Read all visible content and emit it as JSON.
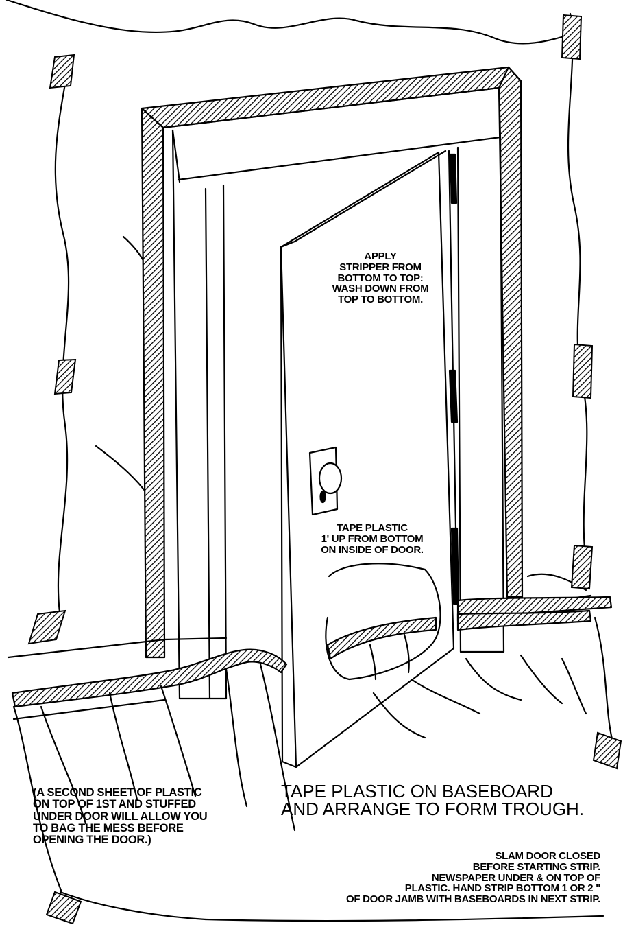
{
  "labels": {
    "door_note": [
      "APPLY",
      "STRIPPER FROM",
      "BOTTOM TO TOP:",
      "WASH DOWN FROM",
      "TOP TO BOTTOM."
    ],
    "tape_door_note": [
      "TAPE PLASTIC",
      "1' UP FROM BOTTOM",
      "ON INSIDE OF DOOR."
    ],
    "second_sheet_note": [
      "(A SECOND SHEET OF PLASTIC",
      "ON TOP OF 1ST AND STUFFED",
      "UNDER DOOR WILL ALLOW YOU",
      "TO BAG THE MESS BEFORE",
      "OPENING THE DOOR.)"
    ],
    "trough_note": [
      "TAPE PLASTIC ON BASEBOARD",
      "AND ARRANGE TO FORM TROUGH."
    ],
    "slam_note": [
      "SLAM DOOR CLOSED",
      "BEFORE STARTING STRIP.",
      "NEWSPAPER UNDER & ON TOP OF",
      "PLASTIC.  HAND STRIP BOTTOM 1 OR 2 \"",
      "OF DOOR JAMB WITH BASEBOARDS IN NEXT STRIP."
    ]
  }
}
